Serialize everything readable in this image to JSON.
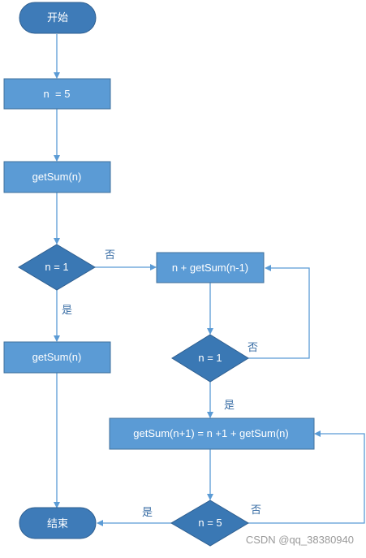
{
  "nodes": {
    "start": "开始",
    "assign": "n  = 5",
    "call1": "getSum(n)",
    "cond1": "n = 1",
    "call2": "getSum(n)",
    "add1": "n + getSum(n-1)",
    "cond2": "n = 1",
    "add2": "getSum(n+1) = n +1 + getSum(n)",
    "cond3": "n = 5",
    "end": "结束"
  },
  "labels": {
    "yes": "是",
    "no": "否"
  },
  "watermark": "CSDN @qq_38380940",
  "colors": {
    "node_fill": "#5b9bd5",
    "node_stroke": "#41719c",
    "decision_fill": "#3a78b4",
    "terminal_fill": "#3e7bb8",
    "arrow": "#5b9bd5"
  }
}
